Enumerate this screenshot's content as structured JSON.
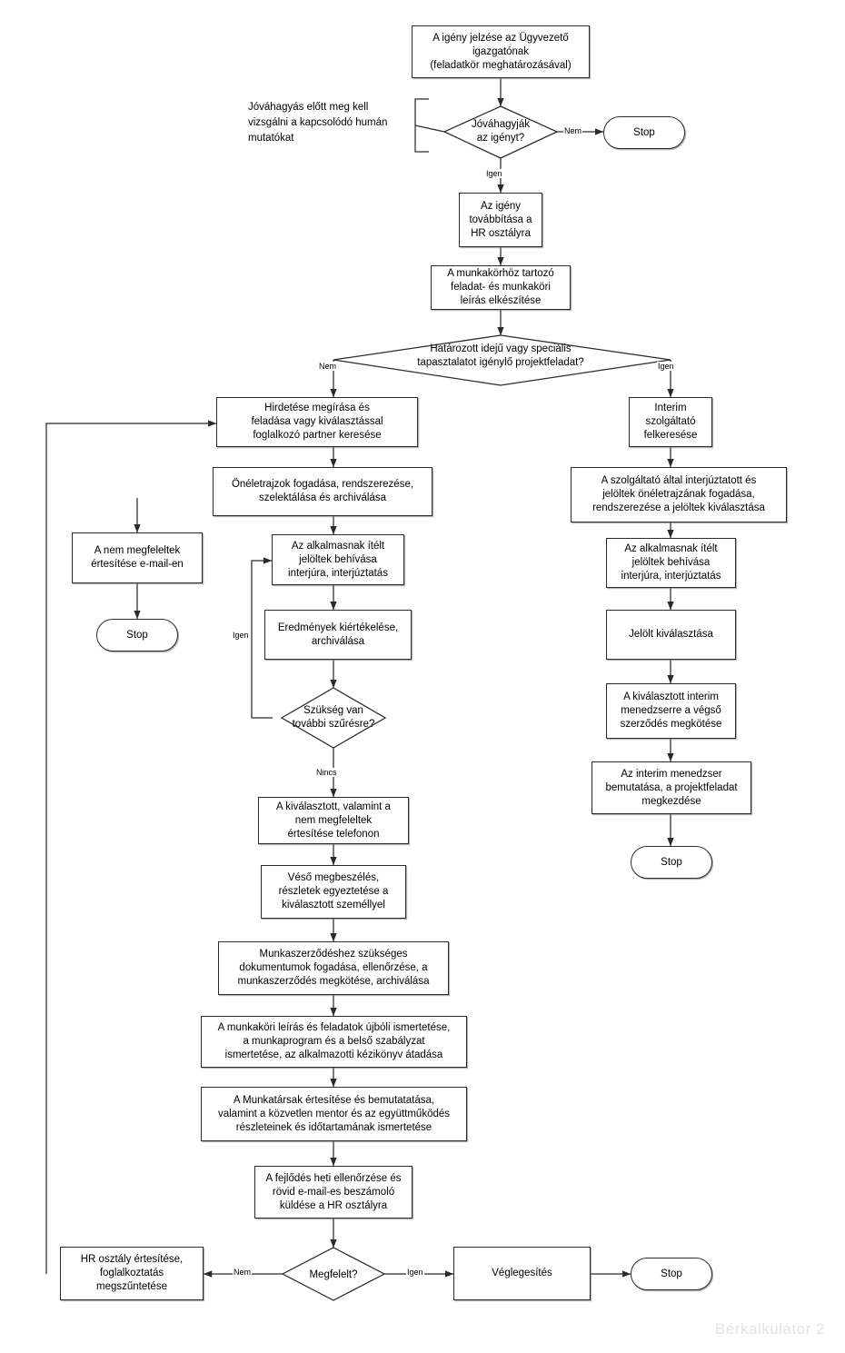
{
  "diagram": {
    "title": "HR toborzási és kiválasztási folyamatábra",
    "language": "hu",
    "watermark": "Bérkalkulátor 2",
    "colors": {
      "stroke": "#2b2b2b",
      "shadow": "#9a9a9a",
      "background": "#ffffff",
      "text": "#000000",
      "watermark": "#e2e2e2"
    },
    "note": {
      "text": "Jóváhagyás előtt meg kell\nvizsgálni a kapcsolódó humán\nmutatókat"
    },
    "nodes": [
      {
        "id": "n1",
        "type": "process",
        "label": "A igény jelzése az Ügyvezető\nigazgatónak\n(feladatkör meghatározásával)"
      },
      {
        "id": "d1",
        "type": "decision",
        "label": "Jóváhagyják\naz igényt?"
      },
      {
        "id": "s1",
        "type": "terminal",
        "label": "Stop"
      },
      {
        "id": "n2",
        "type": "process",
        "label": "Az igény\ntovábbítása a\nHR osztályra"
      },
      {
        "id": "n3",
        "type": "process",
        "label": "A munkakörhöz tartozó\nfeladat- és munkaköri\nleírás elkészítése"
      },
      {
        "id": "d2",
        "type": "decision",
        "label": "Határozott idejű vagy speciális\ntapasztalatot igénylő  projektfeladat?"
      },
      {
        "id": "n4",
        "type": "process",
        "label": "Hirdetése megírása és\nfeladása vagy kiválasztással\nfoglalkozó partner keresése"
      },
      {
        "id": "n5",
        "type": "process",
        "label": "Önéletrajzok fogadása, rendszerezése,\nszelektálása és archiválása"
      },
      {
        "id": "n6",
        "type": "process",
        "label": "A nem megfeleltek\nértesítése e-mail-en"
      },
      {
        "id": "s2",
        "type": "terminal",
        "label": "Stop"
      },
      {
        "id": "n7",
        "type": "process",
        "label": "Az alkalmasnak ítélt\njelöltek behívása\ninterjúra, interjúztatás"
      },
      {
        "id": "n8",
        "type": "process",
        "label": "Eredmények kiértékelése,\narchiválása"
      },
      {
        "id": "d3",
        "type": "decision",
        "label": "Szükség van\ntovábbi szűrésre?"
      },
      {
        "id": "n9",
        "type": "process",
        "label": "A kiválasztott, valamint a\nnem megfeleltek\nértesítése telefonon"
      },
      {
        "id": "n10",
        "type": "process",
        "label": "Véső megbeszélés,\nrészletek egyeztetése a\nkiválasztott személlyel"
      },
      {
        "id": "n11",
        "type": "process",
        "label": "Munkaszerződéshez szükséges\ndokumentumok fogadása, ellenőrzése, a\nmunkaszerződés megkötése, archiválása"
      },
      {
        "id": "n12",
        "type": "process",
        "label": "A munkaköri leírás és feladatok újbóli ismertetése,\na munkaprogram és a belső szabályzat\nismertetése, az alkalmazotti kézikönyv átadása"
      },
      {
        "id": "n13",
        "type": "process",
        "label": "A Munkatársak értesítése és bemutatatása,\nvalamint a közvetlen mentor és az együttműködés\nrészleteinek és időtartamának ismertetése"
      },
      {
        "id": "n14",
        "type": "process",
        "label": "A fejlődés heti ellenőrzése és\nrövid e-mail-es beszámoló\nküldése a HR osztályra"
      },
      {
        "id": "d4",
        "type": "decision",
        "label": "Megfelelt?"
      },
      {
        "id": "n15",
        "type": "process",
        "label": "HR osztály értesítése,\nfoglalkoztatás\nmegszűntetése"
      },
      {
        "id": "n16",
        "type": "process",
        "label": "Véglegesítés"
      },
      {
        "id": "s3",
        "type": "terminal",
        "label": "Stop"
      },
      {
        "id": "r1",
        "type": "process",
        "label": "Interim\nszolgáltató\nfelkeresése"
      },
      {
        "id": "r2",
        "type": "process",
        "label": "A szolgáltató által interjúztatott és\njelöltek önéletrajzának fogadása,\nrendszerezése a jelöltek kiválasztása"
      },
      {
        "id": "r3",
        "type": "process",
        "label": "Az alkalmasnak ítélt\njelöltek behívása\ninterjúra, interjúztatás"
      },
      {
        "id": "r4",
        "type": "process",
        "label": "Jelölt kiválasztása"
      },
      {
        "id": "r5",
        "type": "process",
        "label": "A kiválasztott interim\nmenedzserre a végső\nszerződés megkötése"
      },
      {
        "id": "r6",
        "type": "process",
        "label": "Az interim menedzser\nbemutatása, a projektfeladat\nmegkezdése"
      },
      {
        "id": "s4",
        "type": "terminal",
        "label": "Stop"
      }
    ],
    "edge_labels": [
      {
        "id": "e1",
        "text": "Nem",
        "from": "d1",
        "to": "s1"
      },
      {
        "id": "e2",
        "text": "Igen",
        "from": "d1",
        "to": "n2"
      },
      {
        "id": "e3",
        "text": "Nem",
        "from": "d2",
        "to": "n4"
      },
      {
        "id": "e4",
        "text": "Igen",
        "from": "d2",
        "to": "r1"
      },
      {
        "id": "e5",
        "text": "Igen",
        "from": "d3",
        "to": "n7"
      },
      {
        "id": "e6",
        "text": "Nincs",
        "from": "d3",
        "to": "n9"
      },
      {
        "id": "e7",
        "text": "Nem",
        "from": "d4",
        "to": "n15"
      },
      {
        "id": "e8",
        "text": "Igen",
        "from": "d4",
        "to": "n16"
      }
    ]
  }
}
